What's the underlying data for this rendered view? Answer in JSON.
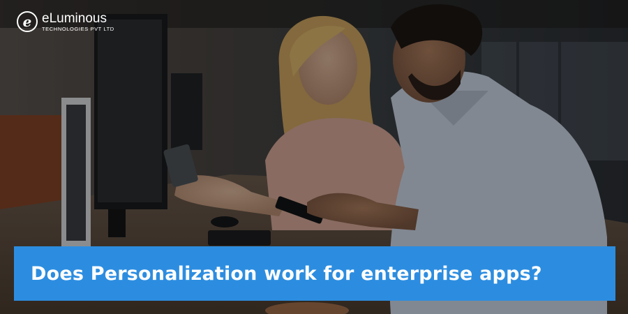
{
  "brand": {
    "logo_letter": "e",
    "name": "eLuminous",
    "subtitle": "TECHNOLOGIES PVT LTD"
  },
  "banner": {
    "headline": "Does Personalization work for enterprise apps?",
    "color": "#2c8de0"
  },
  "photo": {
    "subject": "two-people-using-smartphone-at-office-desk"
  }
}
